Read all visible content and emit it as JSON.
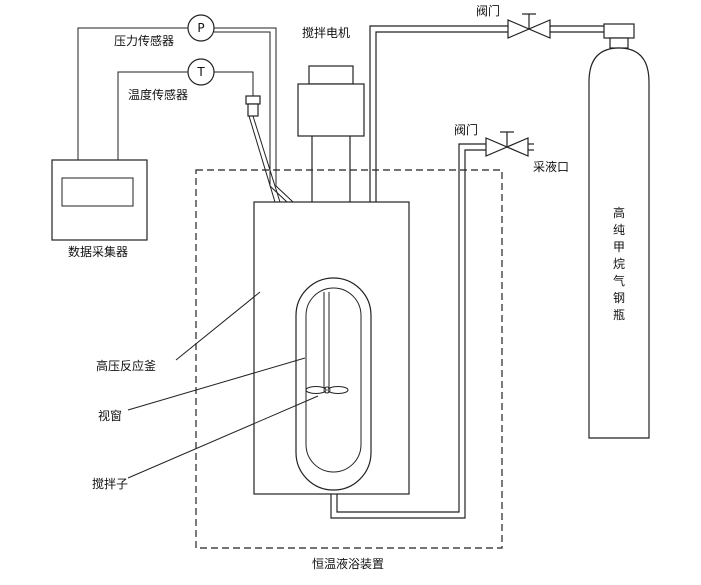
{
  "labels": {
    "pressure_sensor": "压力传感器",
    "temperature_sensor": "温度传感器",
    "data_collector": "数据采集器",
    "stirring_motor": "搅拌电机",
    "valve_top": "阀门",
    "valve_right": "阀门",
    "sampling_port": "采液口",
    "methane_cylinder": "高纯甲烷气钢瓶",
    "reactor": "高压反应釜",
    "window": "视窗",
    "stirrer": "搅拌子",
    "water_bath": "恒温液浴装置"
  },
  "gauges": {
    "pressure_symbol": "P",
    "temperature_symbol": "T"
  }
}
